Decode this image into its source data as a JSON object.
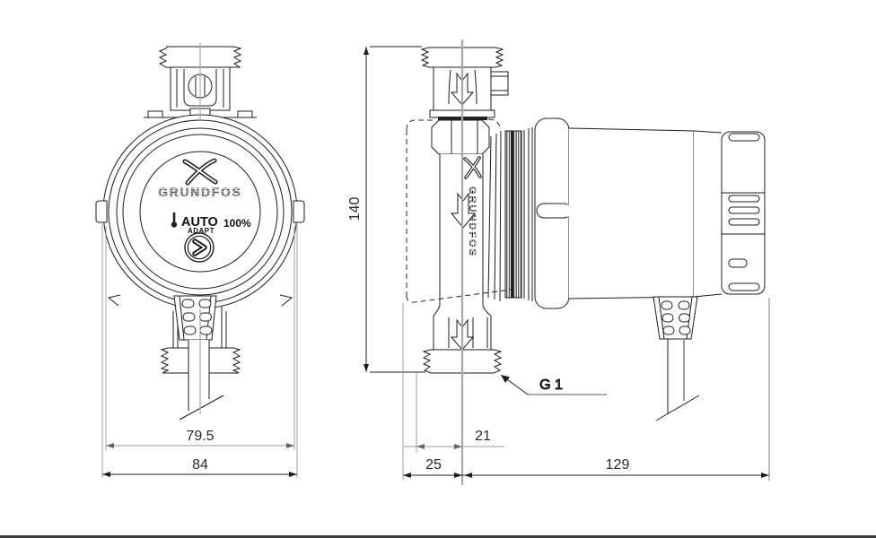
{
  "drawing": {
    "front_view": {
      "brand": "GRUNDFOS",
      "mode_label": "AUTO",
      "mode_sublabel": "ADAPT",
      "capacity": "100%"
    },
    "side_view": {
      "brand": "GRUNDFOS"
    },
    "dimensions": {
      "face_width_mm": "79.5",
      "overall_width_mm": "84",
      "overall_height_mm": "140",
      "port_offset_mm": "21",
      "front_depth_mm": "25",
      "body_length_mm": "129"
    },
    "labels": {
      "thread": "G 1"
    },
    "colors": {
      "line": "#1c1c1c",
      "dim_gray": "#999999",
      "centerline": "#a8a8a8",
      "stripe": "#2b2b2b",
      "background": "#ffffff"
    }
  }
}
